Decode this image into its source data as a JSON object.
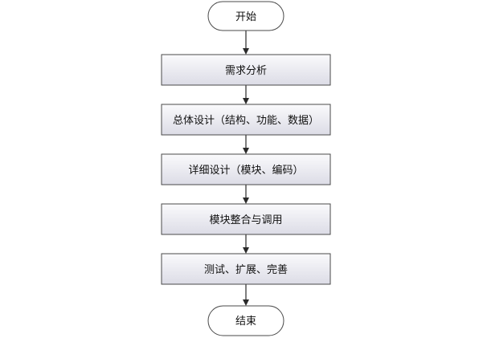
{
  "flowchart": {
    "start": {
      "label": "开始"
    },
    "steps": [
      {
        "label": "需求分析"
      },
      {
        "label": "总体设计（结构、功能、数据）"
      },
      {
        "label": "详细设计（模块、编码）"
      },
      {
        "label": "模块整合与调用"
      },
      {
        "label": "测试、扩展、完善"
      }
    ],
    "end": {
      "label": "结束"
    }
  },
  "colors": {
    "terminal_fill": "#ffffff",
    "process_fill_top": "#fafafc",
    "process_fill_bottom": "#dcdce6",
    "border": "#4a4a4a",
    "arrow": "#2a2a2a"
  }
}
